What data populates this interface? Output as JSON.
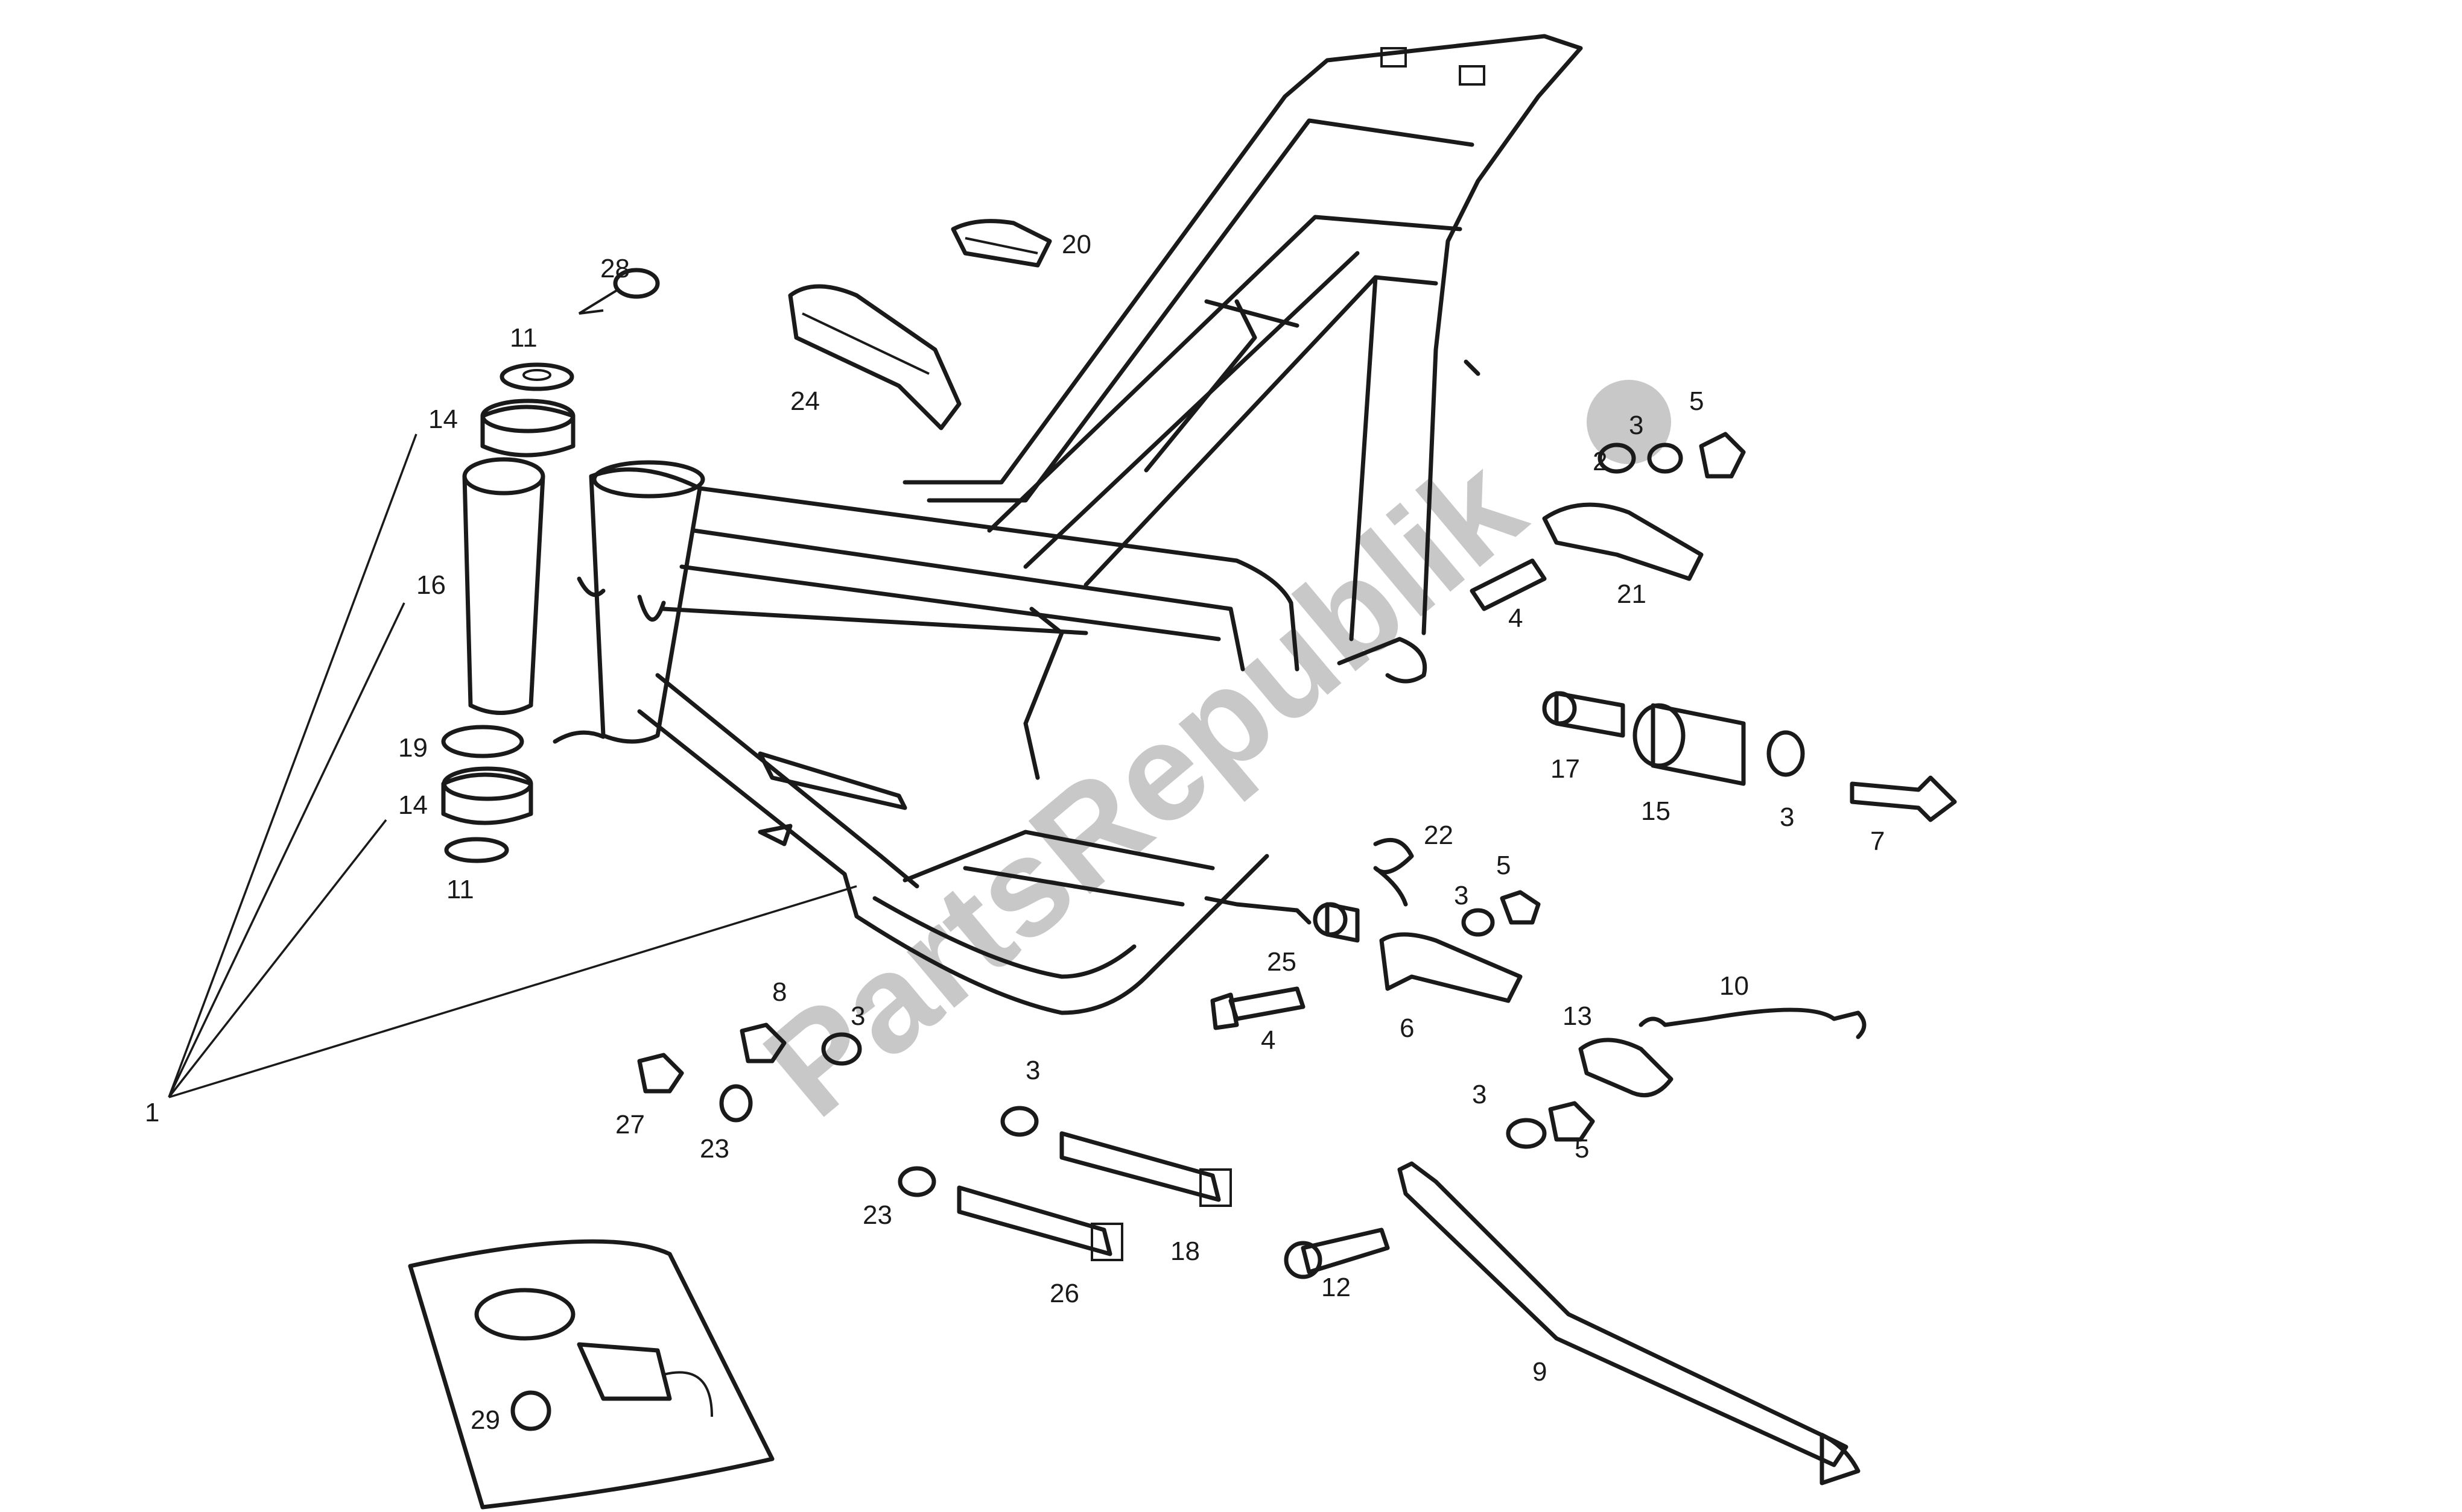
{
  "watermark": {
    "text": "PartsRepublik"
  },
  "callouts": [
    {
      "label": "1"
    },
    {
      "label": "2"
    },
    {
      "label": "3"
    },
    {
      "label": "3"
    },
    {
      "label": "3"
    },
    {
      "label": "3"
    },
    {
      "label": "3"
    },
    {
      "label": "3"
    },
    {
      "label": "4"
    },
    {
      "label": "4"
    },
    {
      "label": "5"
    },
    {
      "label": "5"
    },
    {
      "label": "5"
    },
    {
      "label": "6"
    },
    {
      "label": "7"
    },
    {
      "label": "8"
    },
    {
      "label": "9"
    },
    {
      "label": "10"
    },
    {
      "label": "11"
    },
    {
      "label": "11"
    },
    {
      "label": "12"
    },
    {
      "label": "13"
    },
    {
      "label": "14"
    },
    {
      "label": "14"
    },
    {
      "label": "15"
    },
    {
      "label": "16"
    },
    {
      "label": "17"
    },
    {
      "label": "18"
    },
    {
      "label": "19"
    },
    {
      "label": "20"
    },
    {
      "label": "21"
    },
    {
      "label": "22"
    },
    {
      "label": "23"
    },
    {
      "label": "23"
    },
    {
      "label": "24"
    },
    {
      "label": "25"
    },
    {
      "label": "26"
    },
    {
      "label": "27"
    },
    {
      "label": "28"
    },
    {
      "label": "29"
    }
  ]
}
